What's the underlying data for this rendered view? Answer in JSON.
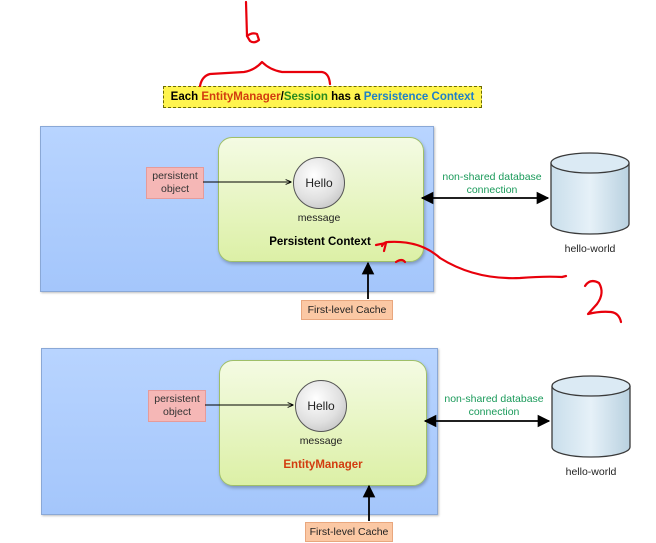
{
  "header": {
    "parts": [
      "Each ",
      "EntityManager",
      "/",
      "Session",
      " has a ",
      "Persistence",
      " ",
      "Context"
    ]
  },
  "top": {
    "persistent_object": "persistent object",
    "hello": "Hello",
    "message": "message",
    "context_label": "Persistent  Context",
    "cache": "First-level Cache",
    "connection": "non-shared database connection",
    "db": "hello-world"
  },
  "bottom": {
    "persistent_object": "persistent object",
    "hello": "Hello",
    "message": "message",
    "context_label": "EntityManager",
    "cache": "First-level Cache",
    "connection": "non-shared database connection",
    "db": "hello-world"
  },
  "colors": {
    "annotation": "#e8000b",
    "entity_manager": "#d23c0f",
    "session": "#2a8a1e",
    "persistence_context": "#1f7fc8",
    "connection_text": "#1a9a5a"
  }
}
